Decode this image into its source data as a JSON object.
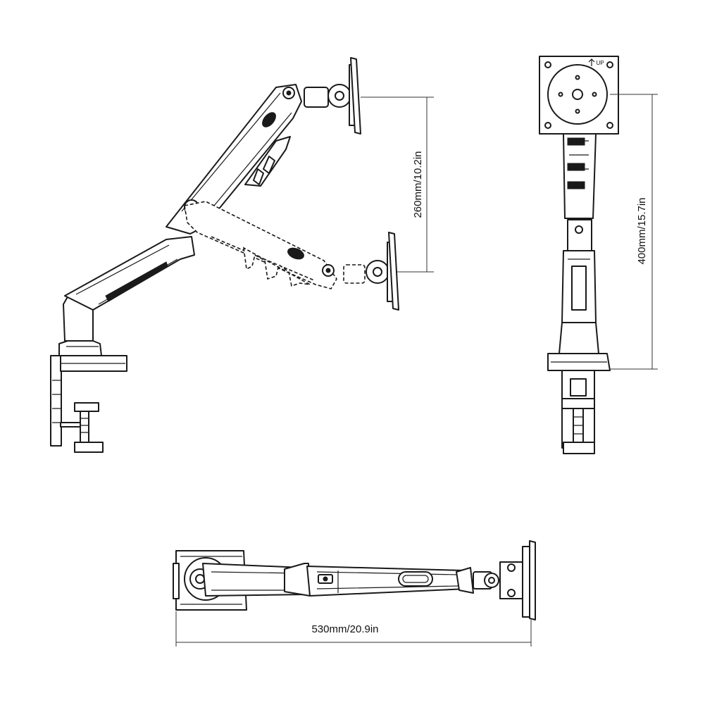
{
  "dimensions": {
    "height_range": "260mm/10.2in",
    "max_height": "400mm/15.7in",
    "reach": "530mm/20.9in"
  },
  "plate_marking": "UP"
}
